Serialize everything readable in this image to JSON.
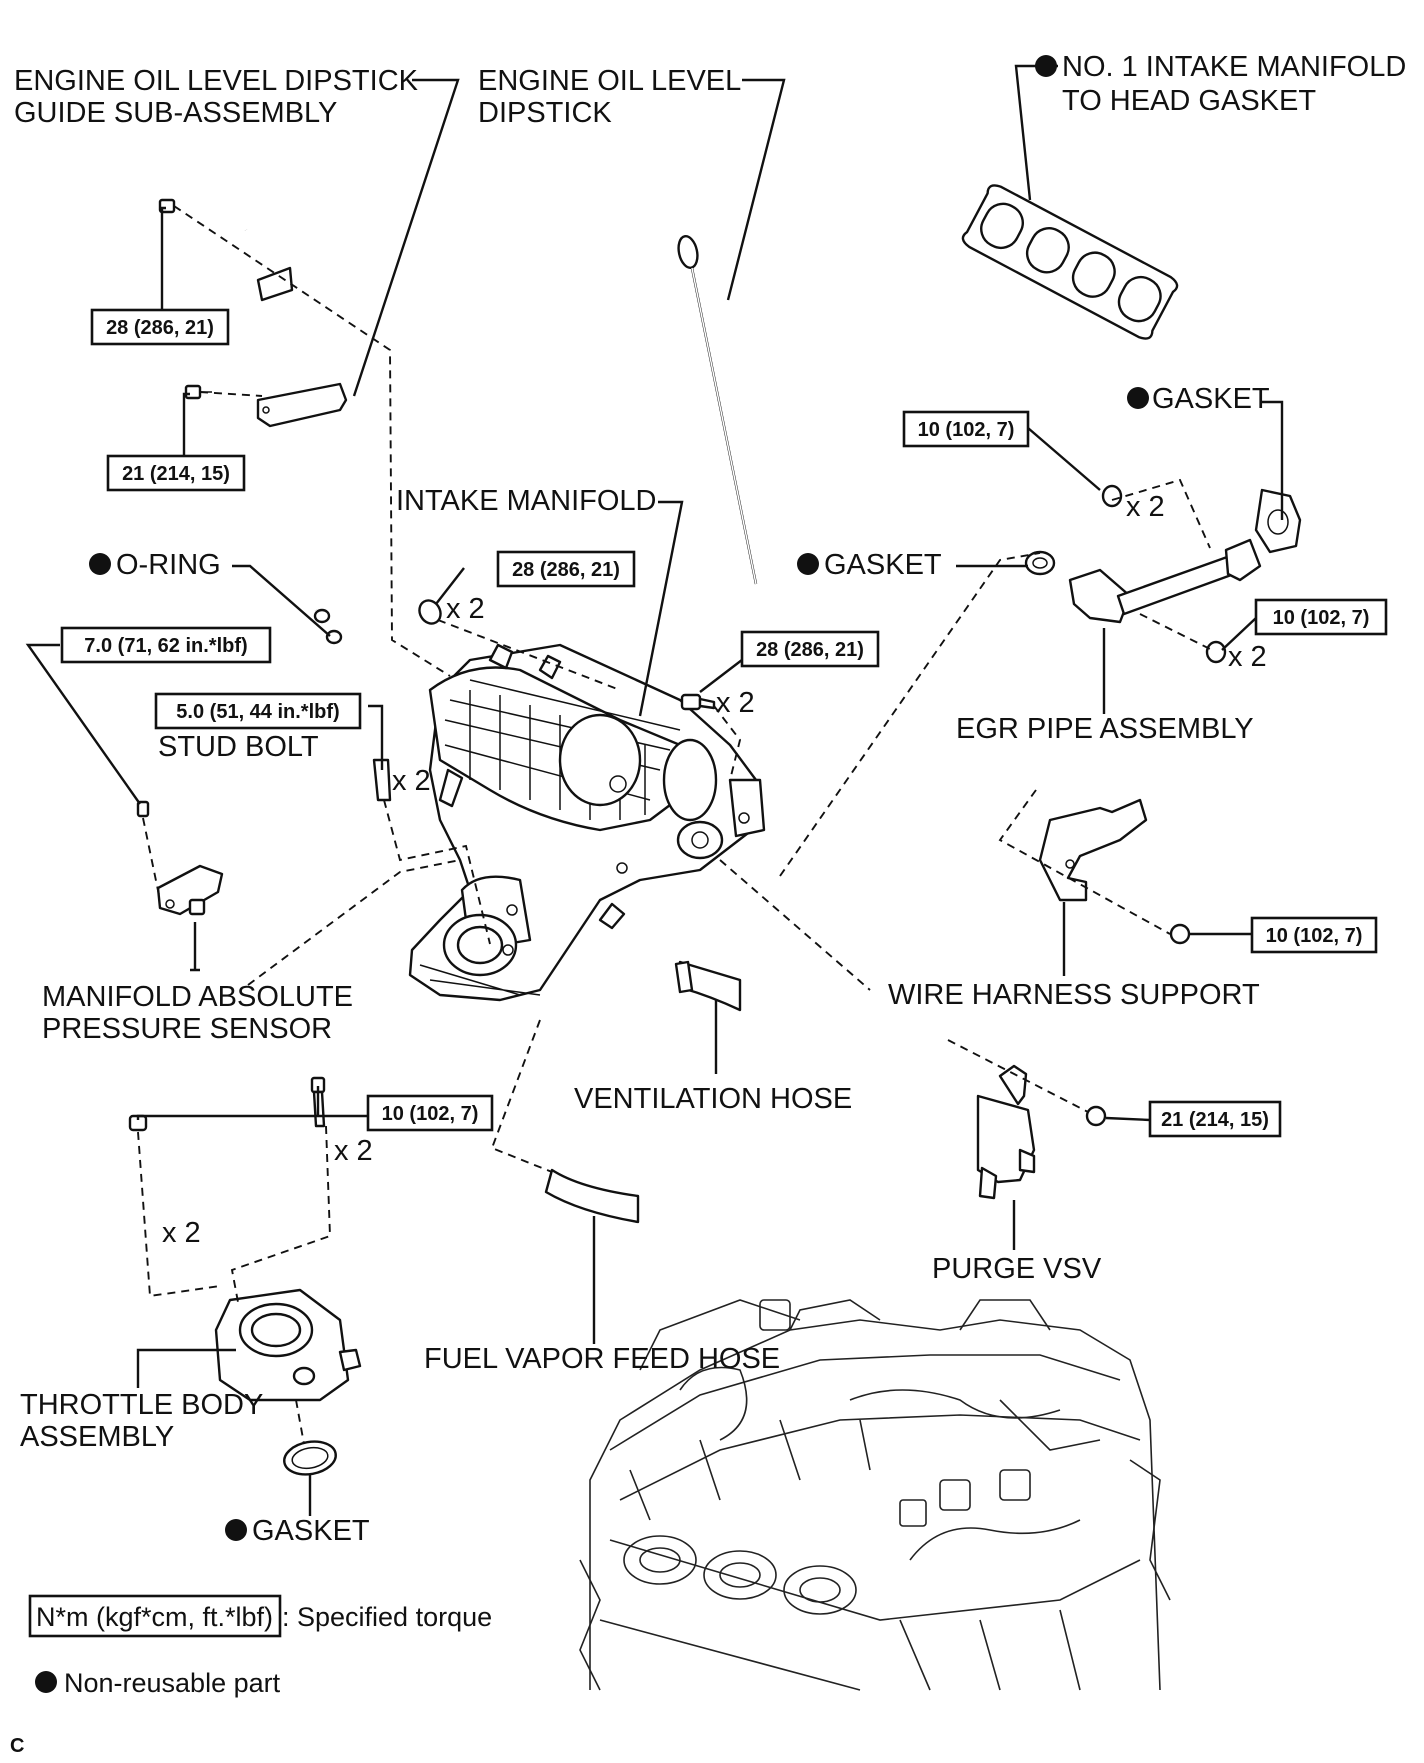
{
  "labels": {
    "dipstick_guide_l1": "ENGINE OIL LEVEL DIPSTICK",
    "dipstick_guide_l2": "GUIDE SUB-ASSEMBLY",
    "dipstick_l1": "ENGINE OIL LEVEL",
    "dipstick_l2": "DIPSTICK",
    "head_gasket_l1": "NO. 1 INTAKE MANIFOLD",
    "head_gasket_l2": "TO HEAD GASKET",
    "gasket_egr_upper": "GASKET",
    "intake_manifold": "INTAKE MANIFOLD",
    "o_ring": "O-RING",
    "gasket_egr_lower": "GASKET",
    "stud_bolt": "STUD BOLT",
    "egr_pipe": "EGR PIPE ASSEMBLY",
    "map_sensor_l1": "MANIFOLD ABSOLUTE",
    "map_sensor_l2": "PRESSURE SENSOR",
    "wire_harness": "WIRE HARNESS SUPPORT",
    "ventilation_hose": "VENTILATION HOSE",
    "purge_vsv": "PURGE VSV",
    "fuel_vapor_hose": "FUEL VAPOR FEED HOSE",
    "throttle_l1": "THROTTLE BODY",
    "throttle_l2": "ASSEMBLY",
    "gasket_throttle": "GASKET"
  },
  "torques": {
    "guide_upper": "28 (286, 21)",
    "guide_lower": "21 (214, 15)",
    "manifold_upper": "28 (286, 21)",
    "manifold_side": "28 (286, 21)",
    "map_sensor": "7.0 (71, 62 in.*lbf)",
    "stud_bolt": "5.0 (51, 44 in.*lbf)",
    "egr_upper": "10 (102, 7)",
    "egr_lower": "10 (102, 7)",
    "wire_harness": "10 (102, 7)",
    "purge_vsv": "21 (214, 15)",
    "throttle": "10 (102, 7)"
  },
  "quantities": {
    "manifold_upper": "x 2",
    "manifold_side": "x 2",
    "stud_bolt": "x 2",
    "egr_upper": "x 2",
    "egr_lower": "x 2",
    "throttle_bolt": "x 2",
    "throttle_nut": "x 2"
  },
  "legend": {
    "torque_box": "N*m (kgf*cm, ft.*lbf)",
    "torque_text": ": Specified torque",
    "nonreusable_text": "Non-reusable part"
  },
  "footer_code": "C"
}
